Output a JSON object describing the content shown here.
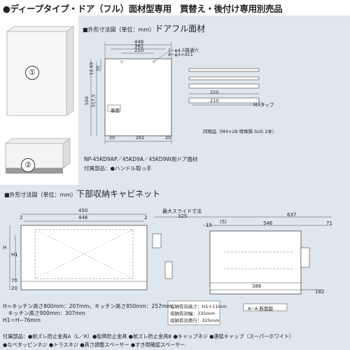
{
  "header": {
    "title": "●ディープタイプ・ドア（フル）面材型専用　買替え・後付け専用別売品"
  },
  "photos": {
    "label1": "①",
    "label2": "②"
  },
  "door_section": {
    "heading_small": "■外形寸法図（単位：mm）",
    "heading_big": "ドアフル面材",
    "dims": {
      "w446": "446",
      "w362": "362",
      "w210": "210",
      "hole_a": "2−φ4.5貫通穴",
      "hole_b": "8−φ3×d11",
      "d12": "12.65",
      "d35": "35",
      "h550": "550",
      "h517": "517.5",
      "b20a": "20",
      "b261": "261",
      "b20b": "20"
    },
    "back_label": "裏面",
    "model": "NP-45KD9AP／45KD9A／45KD9W用ドア面材",
    "accessory": "付属部品：●ハンドル取っ手",
    "handle": {
      "l220": "220",
      "l210": "210",
      "tap": "M4タップ",
      "screw": "同梱品（M4×28 特殊鍋 SUS 2本）"
    }
  },
  "cabinet_section": {
    "heading_small": "■外形寸法図（単位：mm）",
    "heading_big": "下部収納キャビネット",
    "dims": {
      "w450": "450",
      "w2": "2",
      "w446": "446",
      "w2b": "2",
      "h1": "H1",
      "h": "H",
      "d70": "70",
      "d20": "20",
      "slide": "最大スライド寸法",
      "s325": "325",
      "s637": "637",
      "s15": "15",
      "s5": "(5)",
      "s546": "546",
      "s71": "71",
      "s386": "386",
      "s182": "182"
    },
    "h_notes": [
      "H＝キッチン高さ800mm：207mm，キッチン高さ850mm：257mm，",
      "　キッチン高さ900mm：307mm",
      "H1＝H−76mm"
    ],
    "capacity": [
      "収納有効高さ：H1+11mm",
      "収納有効幅：335mm",
      "収納有効奥行：325mm"
    ],
    "section_label": "A−A 断面図",
    "parts_line1": "付属部品：●前ズレ防止金具A（L／R）●転倒防止金具 ●前ズレ防止金具B ●キャップネジ ●連結キャップ（スーパーホワイト）",
    "parts_line2": "●なべタッピンネジ ●トラスネジ ●高さ調整スペーサー ●すき間確認スペーサー"
  }
}
